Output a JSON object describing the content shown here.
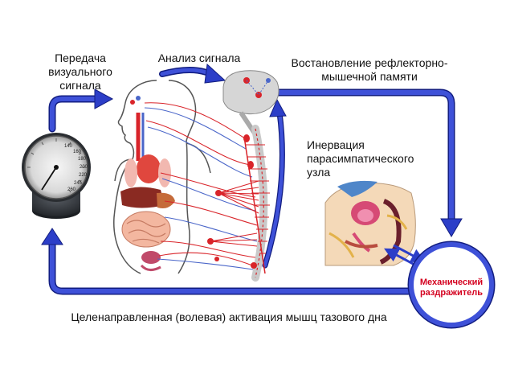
{
  "labels": {
    "signal_transfer": "Передача визуального сигнала",
    "signal_analysis": "Анализ сигнала",
    "memory_restoration": "Востановление рефлекторно-мышечной памяти",
    "parasympathetic_innervation": "Инервация парасимпатического узла",
    "pelvic_activation": "Целенаправленная (волевая) активация мышц тазового дна",
    "mechanical_stimulus": "Механический раздражитель"
  },
  "gauge": {
    "tick_labels": [
      "140",
      "160",
      "180",
      "200",
      "220",
      "245",
      "260"
    ]
  },
  "colors": {
    "arrow_blue": "#2c3ec8",
    "stimulus_red": "#d4001f",
    "nerve_red": "#d9242a",
    "nerve_blue": "#4a66c9"
  }
}
